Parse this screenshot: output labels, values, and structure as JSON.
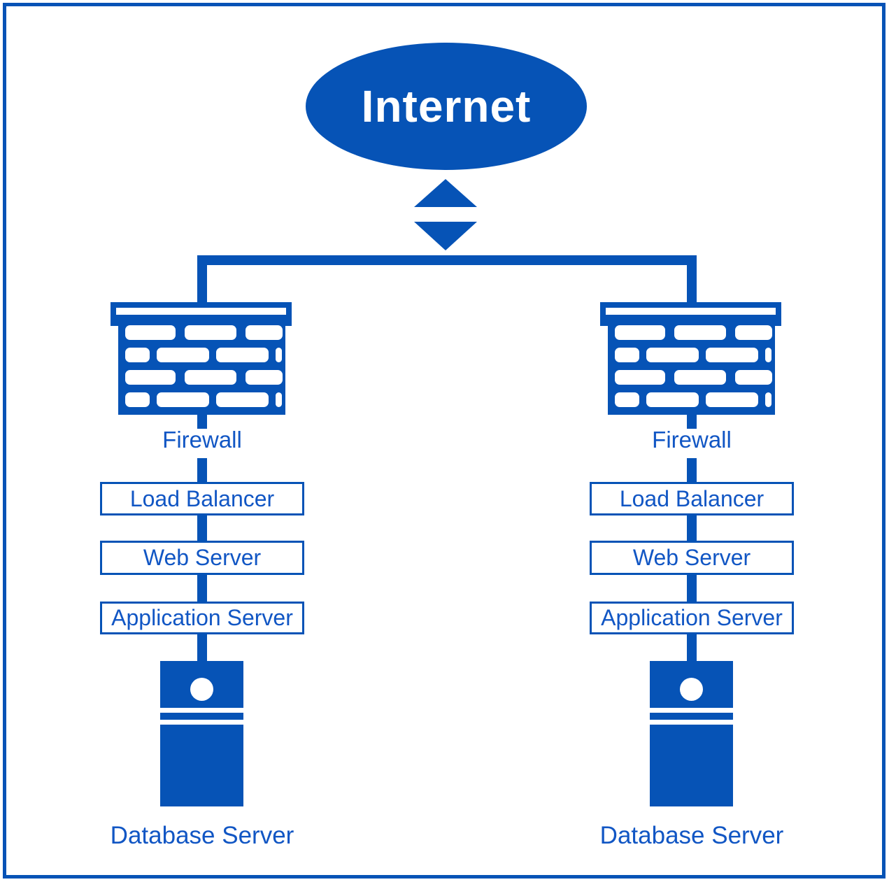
{
  "colors": {
    "primary": "#0653B6",
    "text": "#1156C4",
    "background": "#FFFFFF"
  },
  "internet": {
    "label": "Internet"
  },
  "branches": [
    {
      "firewall_label": "Firewall",
      "boxes": [
        "Load Balancer",
        "Web Server",
        "Application Server"
      ],
      "database_label": "Database Server"
    },
    {
      "firewall_label": "Firewall",
      "boxes": [
        "Load Balancer",
        "Web Server",
        "Application Server"
      ],
      "database_label": "Database Server"
    }
  ]
}
